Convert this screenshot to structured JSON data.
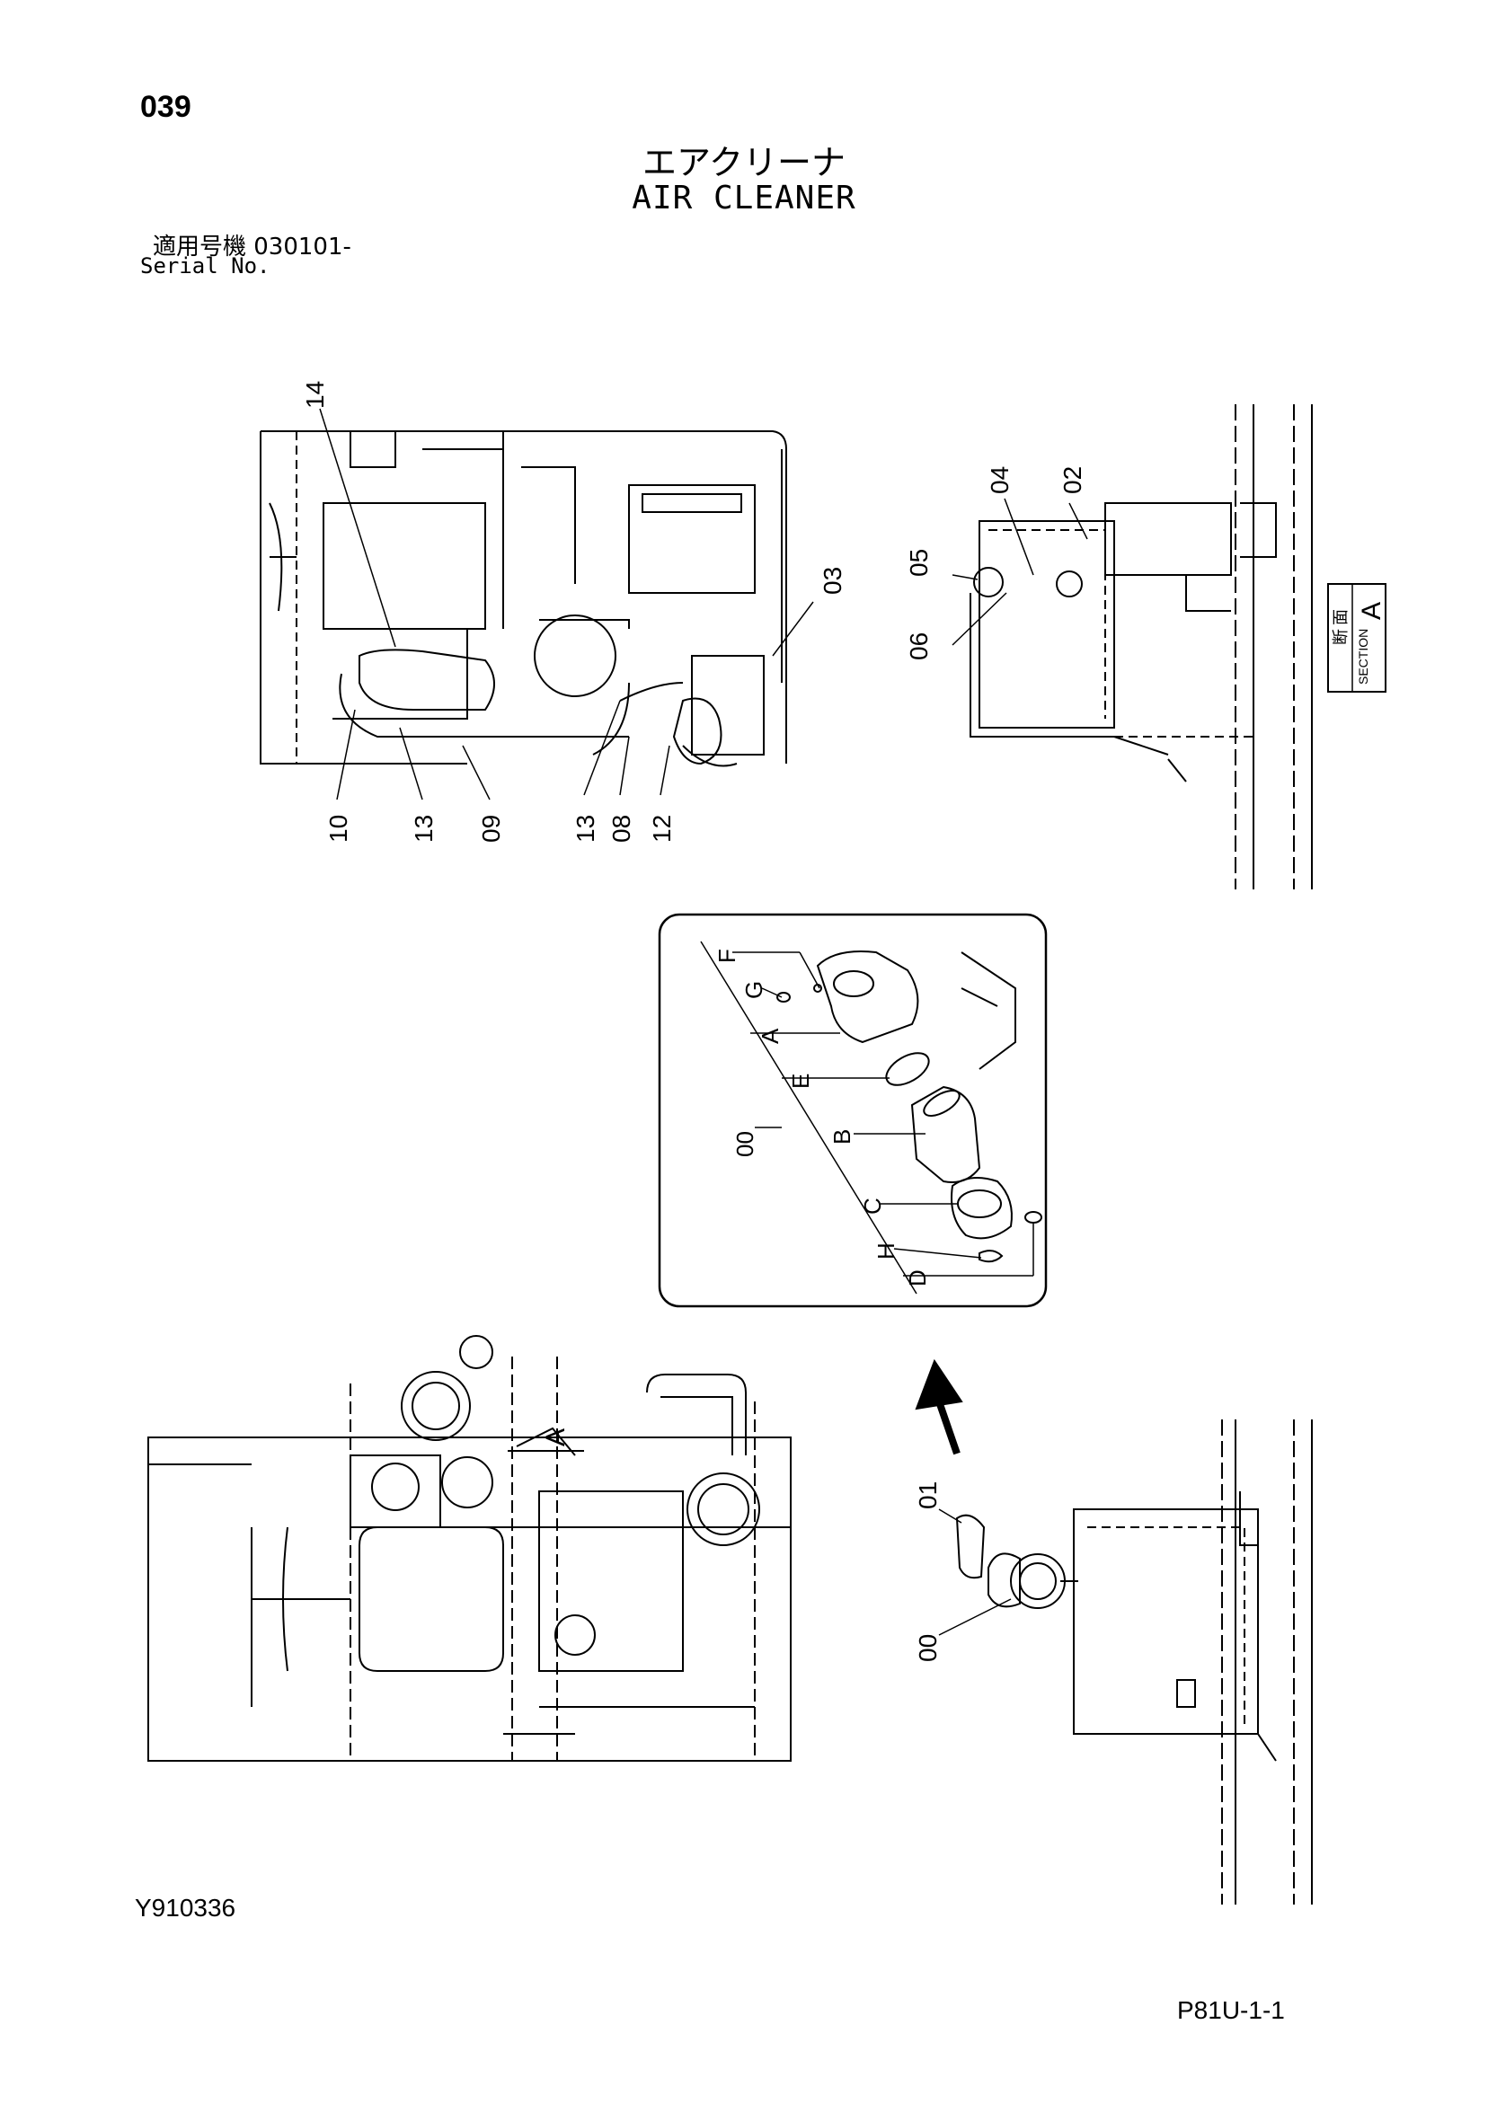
{
  "header": {
    "page_number": "039",
    "title_jp": "エアクリーナ",
    "title_en": "AIR CLEANER",
    "serial_jp": "適用号機 030101-",
    "serial_en": "Serial No."
  },
  "section_label": {
    "jp_1": "断",
    "jp_2": "面",
    "en": "SECTION",
    "letter": "A"
  },
  "view_marker": "A",
  "callouts_top_view": [
    "14",
    "10",
    "13",
    "09",
    "13",
    "08",
    "12",
    "03"
  ],
  "callouts_side_view": [
    "04",
    "02",
    "05",
    "06"
  ],
  "callouts_exploded": [
    "F",
    "G",
    "A",
    "E",
    "00",
    "B",
    "C",
    "H",
    "D"
  ],
  "callouts_bottom_side": [
    "01",
    "00"
  ],
  "footer": {
    "doc_id": "Y910336",
    "sheet_id": "P81U-1-1"
  }
}
